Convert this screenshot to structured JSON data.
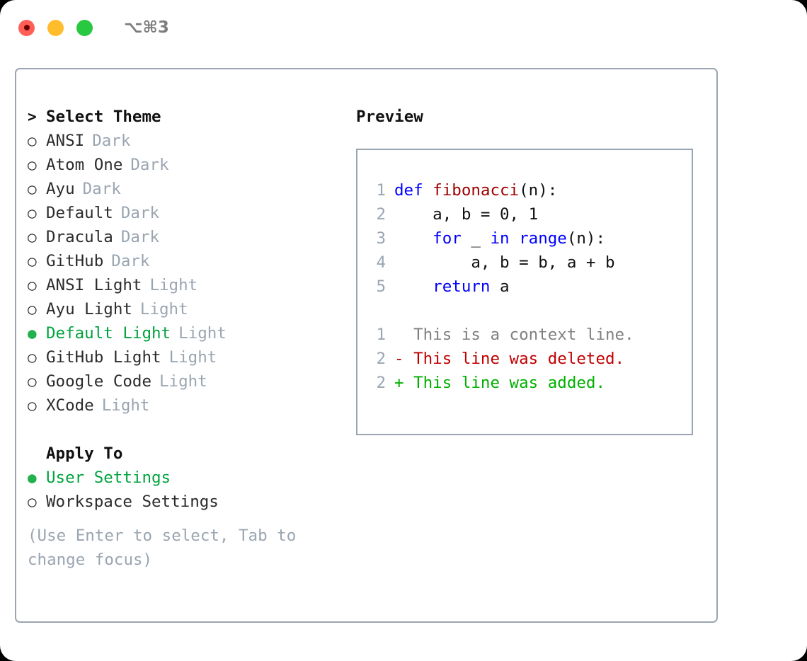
{
  "titlebar": {
    "shortcut": "⌥⌘3",
    "dots": [
      {
        "name": "close-dot",
        "color": "#ff5f57",
        "inner": "#6b0000"
      },
      {
        "name": "minimize-dot",
        "color": "#ffbd2e",
        "inner": null
      },
      {
        "name": "maximize-dot",
        "color": "#28c840",
        "inner": null
      }
    ]
  },
  "colors": {
    "selected_green": "#00a33e",
    "muted_gray": "#9aa5b1",
    "border": "#9aa5b1",
    "keyword_blue": "#0000ff",
    "function_red": "#a00000",
    "diff_delete": "#c00000",
    "diff_add": "#00b000",
    "context_gray": "#808080"
  },
  "theme_list": {
    "header_marker": ">",
    "header_label": "Select Theme",
    "items": [
      {
        "marker": "○",
        "label": "ANSI",
        "tag": "Dark",
        "selected": false
      },
      {
        "marker": "○",
        "label": "Atom One",
        "tag": "Dark",
        "selected": false
      },
      {
        "marker": "○",
        "label": "Ayu",
        "tag": "Dark",
        "selected": false
      },
      {
        "marker": "○",
        "label": "Default",
        "tag": "Dark",
        "selected": false
      },
      {
        "marker": "○",
        "label": "Dracula",
        "tag": "Dark",
        "selected": false
      },
      {
        "marker": "○",
        "label": "GitHub",
        "tag": "Dark",
        "selected": false
      },
      {
        "marker": "○",
        "label": "ANSI Light",
        "tag": "Light",
        "selected": false
      },
      {
        "marker": "○",
        "label": "Ayu Light",
        "tag": "Light",
        "selected": false
      },
      {
        "marker": "●",
        "label": "Default Light",
        "tag": "Light",
        "selected": true
      },
      {
        "marker": "○",
        "label": "GitHub Light",
        "tag": "Light",
        "selected": false
      },
      {
        "marker": "○",
        "label": "Google Code",
        "tag": "Light",
        "selected": false
      },
      {
        "marker": "○",
        "label": "XCode",
        "tag": "Light",
        "selected": false
      }
    ]
  },
  "apply_to": {
    "header_label": "Apply To",
    "options": [
      {
        "marker": "●",
        "label": "User Settings",
        "selected": true
      },
      {
        "marker": "○",
        "label": "Workspace Settings",
        "selected": false
      }
    ]
  },
  "hint": "(Use Enter to select, Tab to change focus)",
  "preview": {
    "title": "Preview",
    "code_lines": [
      {
        "num": "1",
        "spans": [
          {
            "text": "def ",
            "cls": "kw"
          },
          {
            "text": "fibonacci",
            "cls": "fn"
          },
          {
            "text": "(n):",
            "cls": "pl"
          }
        ]
      },
      {
        "num": "2",
        "spans": [
          {
            "text": "    a, b = 0, 1",
            "cls": "pl"
          }
        ]
      },
      {
        "num": "3",
        "spans": [
          {
            "text": "    for ",
            "cls": "kw"
          },
          {
            "text": "_ ",
            "cls": "pl"
          },
          {
            "text": "in ",
            "cls": "kw"
          },
          {
            "text": "range",
            "cls": "kw"
          },
          {
            "text": "(n):",
            "cls": "pl"
          }
        ]
      },
      {
        "num": "4",
        "spans": [
          {
            "text": "        a, b = b, a + b",
            "cls": "pl"
          }
        ]
      },
      {
        "num": "5",
        "spans": [
          {
            "text": "    return ",
            "cls": "kw"
          },
          {
            "text": "a",
            "cls": "pl"
          }
        ]
      }
    ],
    "diff_lines": [
      {
        "num": "1",
        "text": "  This is a context line.",
        "cls": "ctx"
      },
      {
        "num": "2",
        "text": "- This line was deleted.",
        "cls": "del"
      },
      {
        "num": "2",
        "text": "+ This line was added.",
        "cls": "add"
      }
    ]
  }
}
